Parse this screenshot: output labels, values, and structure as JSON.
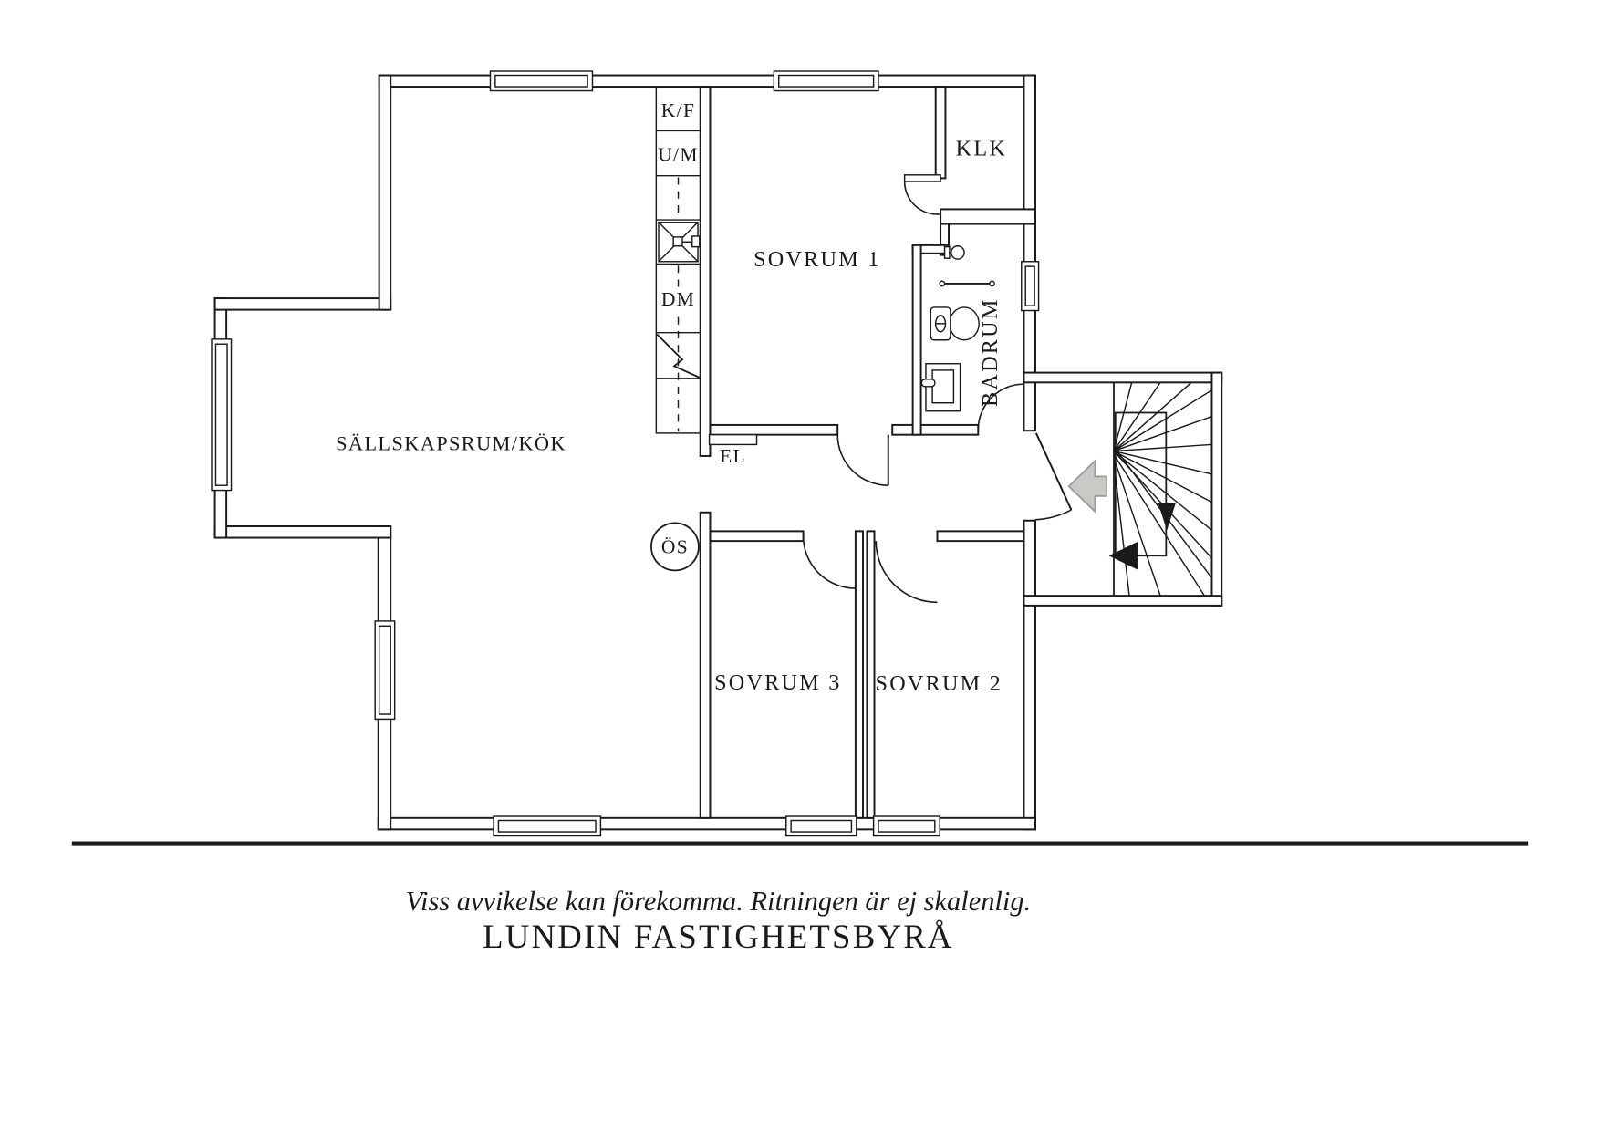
{
  "colors": {
    "line": "#1a1a1a",
    "arrow_fill": "#c9c9c6",
    "arrow_stroke": "#9a9a98"
  },
  "rooms": {
    "living_kitchen": "SÄLLSKAPSRUM/KÖK",
    "bedroom1": "SOVRUM 1",
    "closet": "KLK",
    "bathroom": "BADRUM",
    "bedroom3": "SOVRUM 3",
    "bedroom2": "SOVRUM 2"
  },
  "kitchen": {
    "fridge_freezer": "K/F",
    "washer": "U/M",
    "dishwasher": "DM"
  },
  "annotations": {
    "electrical": "EL",
    "fireplace": "ÖS"
  },
  "footer": {
    "disclaimer": "Viss avvikelse kan förekomma. Ritningen är ej skalenlig.",
    "brand": "LUNDIN FASTIGHETSBYRÅ"
  }
}
